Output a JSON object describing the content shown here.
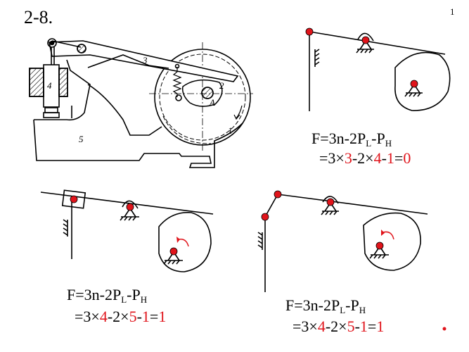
{
  "slide": {
    "problem_id": "2-8.",
    "page_number": "1"
  },
  "drawing": {
    "labels": {
      "l1": "1",
      "l2": "2",
      "l3": "3",
      "l4": "4",
      "l5": "5",
      "lA": "A"
    }
  },
  "formulas": [
    {
      "f": "F=3n-2P",
      "sub_l": "L",
      "dash": "-P",
      "sub_h": "H",
      "prefix": "=3×",
      "n": "3",
      "mid": "-2×",
      "pl": "4",
      "minus": "-",
      "ph": "1",
      "eq": "=",
      "result": "0"
    },
    {
      "f": "F=3n-2P",
      "sub_l": "L",
      "dash": "-P",
      "sub_h": "H",
      "prefix": "=3×",
      "n": "4",
      "mid": "-2×",
      "pl": "5",
      "minus": "-",
      "ph": "1",
      "eq": "=",
      "result": "1"
    },
    {
      "f": "F=3n-2P",
      "sub_l": "L",
      "dash": "-P",
      "sub_h": "H",
      "prefix": "=3×",
      "n": "4",
      "mid": "-2×",
      "pl": "5",
      "minus": "-",
      "ph": "1",
      "eq": "=",
      "result": "1"
    }
  ],
  "colors": {
    "accent": "#e0141b",
    "ink": "#000000"
  }
}
